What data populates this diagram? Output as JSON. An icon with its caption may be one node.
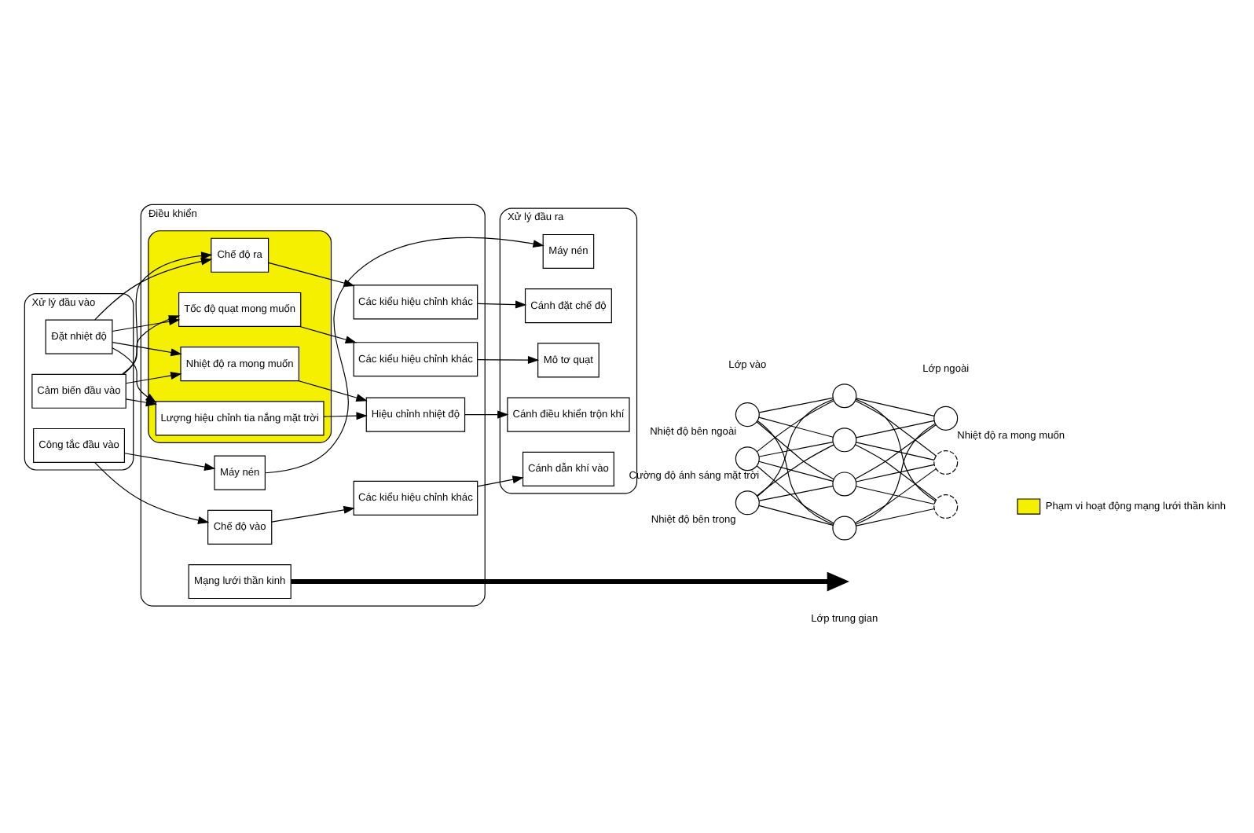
{
  "diagram": {
    "nodes": [
      {
        "text": [
          "Xử lý đầu vào"
        ]
      },
      {
        "text": [
          "Đặt nhiệt độ"
        ],
        "in": 0
      },
      {
        "text": [
          "Cảm biến đầu vào"
        ],
        "in": 0
      },
      {
        "text": [
          "Công tắc đầu vào"
        ],
        "in": 0
      },
      {
        "text": [
          "Điều khiển"
        ]
      },
      {
        "text": [],
        "shape": "box",
        "in": 4
      },
      {
        "text": [
          "Mạng lưới thần kinh"
        ],
        "in": 4
      },
      {
        "text": [
          "Nhiệt độ ra mong muốn"
        ],
        "in": 5
      },
      {
        "text": [
          "Lượng hiệu chỉnh tia nắng mặt trời"
        ],
        "in": 5
      },
      {
        "text": [
          "Tốc độ quạt mong muốn"
        ],
        "in": 5
      },
      {
        "text": [
          "Chế độ ra"
        ],
        "in": 5
      },
      {
        "text": [
          "Hiệu chỉnh nhiệt độ"
        ],
        "in": 4
      },
      {
        "text": [
          "Các kiểu hiệu chỉnh khác"
        ],
        "in": 4
      },
      {
        "text": [
          "Các kiểu hiệu chỉnh khác"
        ],
        "in": 4
      },
      {
        "text": [
          "Chế độ vào"
        ],
        "in": 4
      },
      {
        "text": [
          "Các kiểu hiệu chỉnh khác"
        ],
        "in": 4
      },
      {
        "text": [
          "Máy nén"
        ],
        "in": 4
      },
      {
        "text": [
          "Xử lý đầu ra"
        ]
      },
      {
        "text": [
          "Cánh điều khiển trộn khí"
        ],
        "in": 17
      },
      {
        "text": [
          "Mô tơ quạt"
        ],
        "in": 17
      },
      {
        "text": [
          "Cánh đặt chế độ"
        ],
        "in": 17
      },
      {
        "text": [
          "Cánh dẫn khí vào"
        ],
        "in": 17
      },
      {
        "text": [
          "Máy nén"
        ],
        "in": 17
      },
      {
        "text": [],
        "shape": "circle",
        "beside": [
          "Nhiệt độ bên ngoài"
        ]
      },
      {
        "text": [],
        "shape": "circle",
        "beside": [
          "Cường độ ánh sáng mặt trời"
        ]
      },
      {
        "text": [],
        "shape": "circle",
        "beside": [
          "Nhiệt độ bên trong"
        ]
      },
      {
        "text": [],
        "shape": "circle"
      },
      {
        "text": [],
        "shape": "circle"
      },
      {
        "text": [],
        "shape": "circle"
      },
      {
        "text": [],
        "shape": "circle"
      },
      {
        "text": [],
        "shape": "circle",
        "beside": [
          "Nhiệt độ ra mong muốn"
        ]
      },
      {
        "text": [],
        "shape": "circle"
      },
      {
        "text": [],
        "shape": "circle"
      }
    ],
    "edges": [
      {
        "from": 1,
        "to": 7,
        "arrow": "to"
      },
      {
        "from": 1,
        "to": 8,
        "arrow": "to"
      },
      {
        "from": 1,
        "to": 9,
        "arrow": "to"
      },
      {
        "from": 1,
        "to": 10,
        "arrow": "to"
      },
      {
        "from": 2,
        "to": 7,
        "arrow": "to"
      },
      {
        "from": 2,
        "to": 8,
        "arrow": "to"
      },
      {
        "from": 2,
        "to": 9,
        "arrow": "to"
      },
      {
        "from": 2,
        "to": 10,
        "arrow": "to"
      },
      {
        "from": 3,
        "to": 14,
        "arrow": "to"
      },
      {
        "from": 3,
        "to": 16,
        "arrow": "to"
      },
      {
        "from": 7,
        "to": 11,
        "arrow": "to"
      },
      {
        "from": 8,
        "to": 11,
        "arrow": "to"
      },
      {
        "from": 9,
        "to": 12,
        "arrow": "to"
      },
      {
        "from": 10,
        "to": 13,
        "arrow": "to"
      },
      {
        "from": 14,
        "to": 15,
        "arrow": "to"
      },
      {
        "from": 11,
        "to": 18,
        "arrow": "to"
      },
      {
        "from": 12,
        "to": 19,
        "arrow": "to"
      },
      {
        "from": 13,
        "to": 20,
        "arrow": "to"
      },
      {
        "from": 15,
        "to": 21,
        "arrow": "to"
      },
      {
        "from": 16,
        "to": 22,
        "arrow": "to"
      },
      {
        "from": 6,
        "to": null,
        "arrow": "to",
        "style": "thick"
      },
      {
        "from": 23,
        "to": 26,
        "arrow": "none"
      },
      {
        "from": 23,
        "to": 27,
        "arrow": "none"
      },
      {
        "from": 23,
        "to": 28,
        "arrow": "none"
      },
      {
        "from": 23,
        "to": 29,
        "arrow": "none"
      },
      {
        "from": 24,
        "to": 26,
        "arrow": "none"
      },
      {
        "from": 24,
        "to": 27,
        "arrow": "none"
      },
      {
        "from": 24,
        "to": 28,
        "arrow": "none"
      },
      {
        "from": 24,
        "to": 29,
        "arrow": "none"
      },
      {
        "from": 25,
        "to": 26,
        "arrow": "none"
      },
      {
        "from": 25,
        "to": 27,
        "arrow": "none"
      },
      {
        "from": 25,
        "to": 28,
        "arrow": "none"
      },
      {
        "from": 25,
        "to": 29,
        "arrow": "none"
      },
      {
        "from": 26,
        "to": 30,
        "arrow": "none"
      },
      {
        "from": 26,
        "to": 31,
        "arrow": "none"
      },
      {
        "from": 26,
        "to": 32,
        "arrow": "none"
      },
      {
        "from": 27,
        "to": 30,
        "arrow": "none"
      },
      {
        "from": 27,
        "to": 31,
        "arrow": "none"
      },
      {
        "from": 27,
        "to": 32,
        "arrow": "none"
      },
      {
        "from": 28,
        "to": 30,
        "arrow": "none"
      },
      {
        "from": 28,
        "to": 31,
        "arrow": "none"
      },
      {
        "from": 28,
        "to": 32,
        "arrow": "none"
      },
      {
        "from": 29,
        "to": 30,
        "arrow": "none"
      },
      {
        "from": 29,
        "to": 31,
        "arrow": "none"
      },
      {
        "from": 29,
        "to": 32,
        "arrow": "none"
      }
    ],
    "labels": [
      "Lớp trung gian",
      "Lớp vào",
      "Lớp ngoài"
    ],
    "legend": [
      {
        "text": "Phạm vi hoạt động mạng lưới thần kinh",
        "color": "#f5f000"
      }
    ]
  }
}
